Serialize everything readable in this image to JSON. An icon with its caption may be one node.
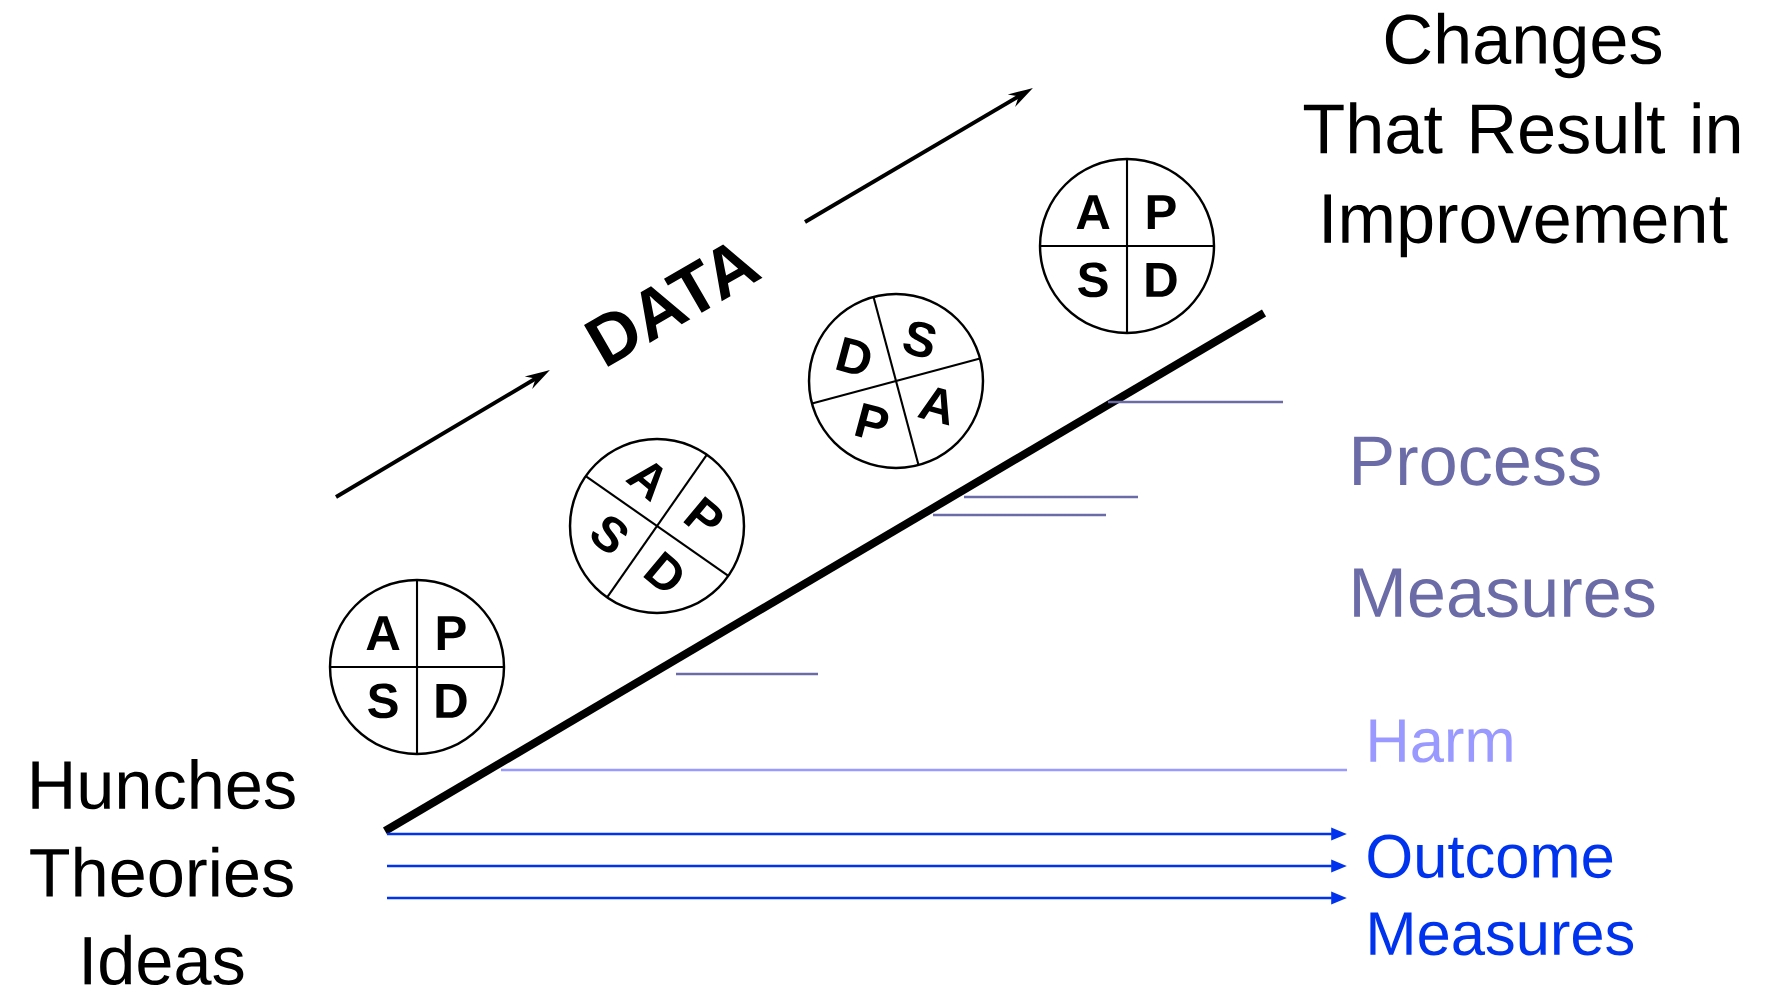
{
  "diagram": {
    "nodes": [
      {
        "text": [
          "Changes That Result in Improvement"
        ]
      },
      {
        "text": [
          "Hunches Theories Ideas"
        ]
      },
      {
        "text": [
          "A",
          "P",
          "S",
          "D"
        ]
      },
      {
        "text": [
          "A",
          "P",
          "S",
          "D"
        ]
      },
      {
        "text": [
          "A",
          "P",
          "S",
          "D"
        ]
      },
      {
        "text": [
          "A",
          "P",
          "S",
          "D"
        ]
      },
      {
        "text": [
          "Process Measures"
        ]
      },
      {
        "text": [
          "Harm"
        ]
      },
      {
        "text": [
          "Outcome Measures"
        ]
      }
    ],
    "edges": [
      {
        "from": null,
        "to": 7,
        "arrow": "none",
        "color": "#9999ff"
      },
      {
        "from": null,
        "to": 8,
        "arrow": "to"
      },
      {
        "from": null,
        "to": 8,
        "arrow": "to"
      },
      {
        "from": null,
        "to": 8,
        "arrow": "to"
      }
    ],
    "labels": [
      "DATA"
    ]
  }
}
